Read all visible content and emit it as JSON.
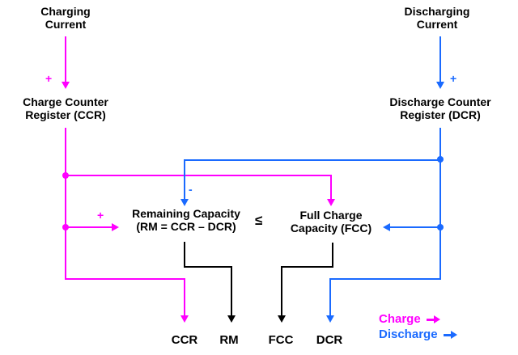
{
  "colors": {
    "charge": "#ff00ff",
    "discharge": "#1a6aff",
    "neutral": "#000000",
    "background": "#ffffff"
  },
  "nodes": {
    "charging_current": "Charging\nCurrent",
    "discharging_current": "Discharging\nCurrent",
    "charge_counter_register": "Charge Counter\nRegister (CCR)",
    "discharge_counter_register": "Discharge Counter\nRegister (DCR)",
    "remaining_capacity": "Remaining Capacity\n(RM = CCR – DCR)",
    "full_charge_capacity": "Full Charge\nCapacity (FCC)",
    "comparator": "≤"
  },
  "signs": {
    "charge_plus": "+",
    "discharge_plus": "+",
    "rm_plus": "+",
    "rm_minus": "-"
  },
  "outputs": [
    "CCR",
    "RM",
    "FCC",
    "DCR"
  ],
  "legend": {
    "charge": "Charge",
    "discharge": "Discharge"
  }
}
